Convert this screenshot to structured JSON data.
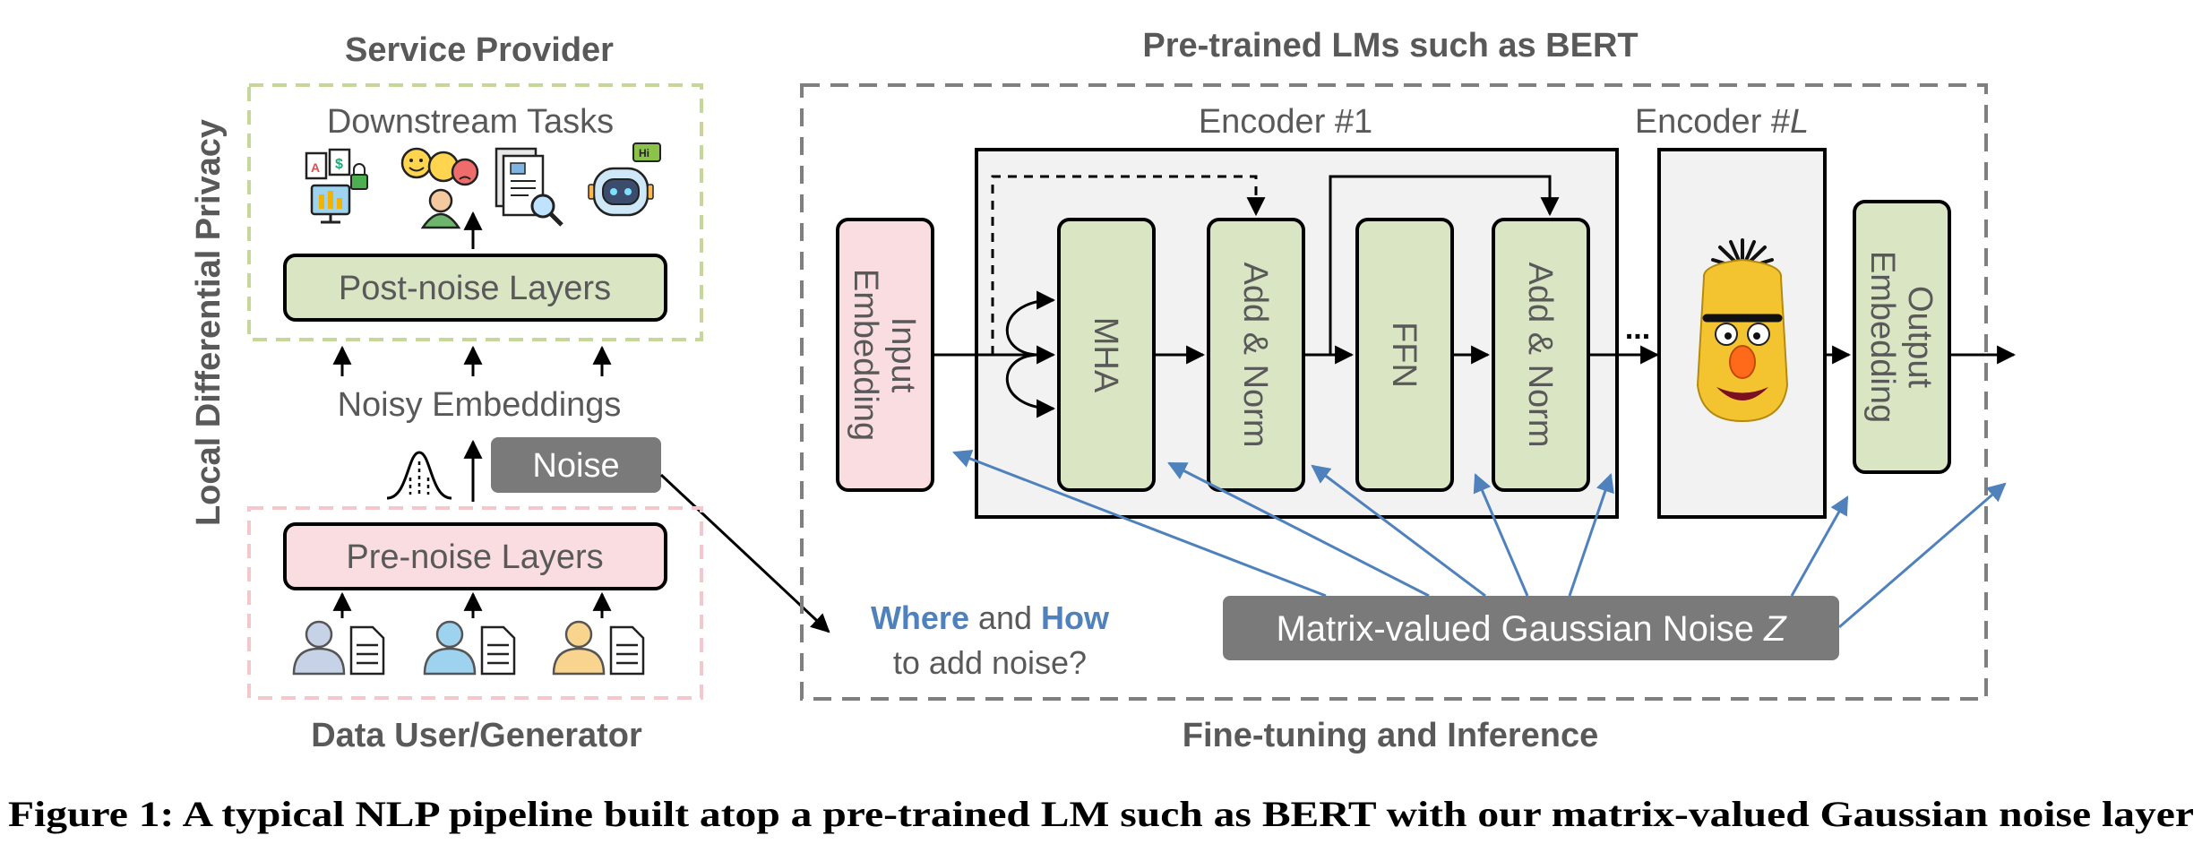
{
  "left_panel": {
    "top_title": "Service Provider",
    "bottom_title": "Data User/Generator",
    "side_label": "Local Differential Privacy",
    "downstream_title": "Downstream Tasks",
    "post_noise_label": "Post-noise Layers",
    "noisy_embeddings_label": "Noisy Embeddings",
    "noise_label": "Noise",
    "pre_noise_label": "Pre-noise Layers"
  },
  "right_panel": {
    "top_title": "Pre-trained LMs such as BERT",
    "bottom_title": "Fine-tuning and Inference",
    "encoder1_label": "Encoder #1",
    "encoderL_prefix": "Encoder #",
    "encoderL_suffix": "L",
    "input_embedding": [
      "Input",
      "Embedding"
    ],
    "mha": "MHA",
    "add_norm": "Add & Norm",
    "ffn": "FFN",
    "ellipsis": "...",
    "output_embedding": [
      "Output",
      "Embedding"
    ],
    "matrix_noise_prefix": "Matrix-valued Gaussian Noise ",
    "matrix_noise_var": "Z",
    "question_where": "Where",
    "question_and": " and ",
    "question_how": "How",
    "question_line2": "to add noise?"
  },
  "caption": "Figure 1: A typical NLP pipeline built atop a pre-trained LM such as BERT with our matrix-valued Gaussian noise layer",
  "colors": {
    "green_fill": "#d9e5c3",
    "pink_fill": "#f9dde0",
    "green_dash": "#c5d89a",
    "pink_dash": "#f3c7cc",
    "gray_box": "#7a7a7a",
    "blue_arrow": "#4f81bd",
    "encoder_fill": "#f2f2f2",
    "text_gray": "#595959"
  },
  "icons": [
    "finance-dashboard-icon",
    "emotions-person-icon",
    "document-search-icon",
    "chatbot-icon",
    "user-document-icon",
    "gaussian-curve-icon",
    "bert-muppet-image"
  ]
}
